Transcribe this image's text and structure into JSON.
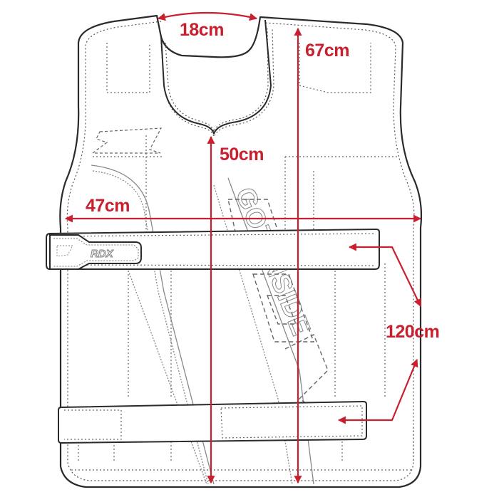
{
  "diagram": {
    "subject": "Weight vest size chart",
    "accent_color": "#c8202e",
    "line_color": "#2a2a2a",
    "logo_text": "RDX",
    "vest_print_text": "GOT INSIDE",
    "measurements": [
      {
        "id": "neck",
        "label": "18cm",
        "type": "curved-width",
        "description": "neck opening width"
      },
      {
        "id": "total_height",
        "label": "67cm",
        "type": "vertical",
        "description": "shoulder to hem height"
      },
      {
        "id": "body_height",
        "label": "50cm",
        "type": "vertical",
        "description": "neckline to hem height"
      },
      {
        "id": "chest_width",
        "label": "47cm",
        "type": "horizontal",
        "description": "chest width"
      },
      {
        "id": "strap_length",
        "label": "120cm",
        "type": "strap",
        "description": "adjustable strap length"
      }
    ]
  }
}
